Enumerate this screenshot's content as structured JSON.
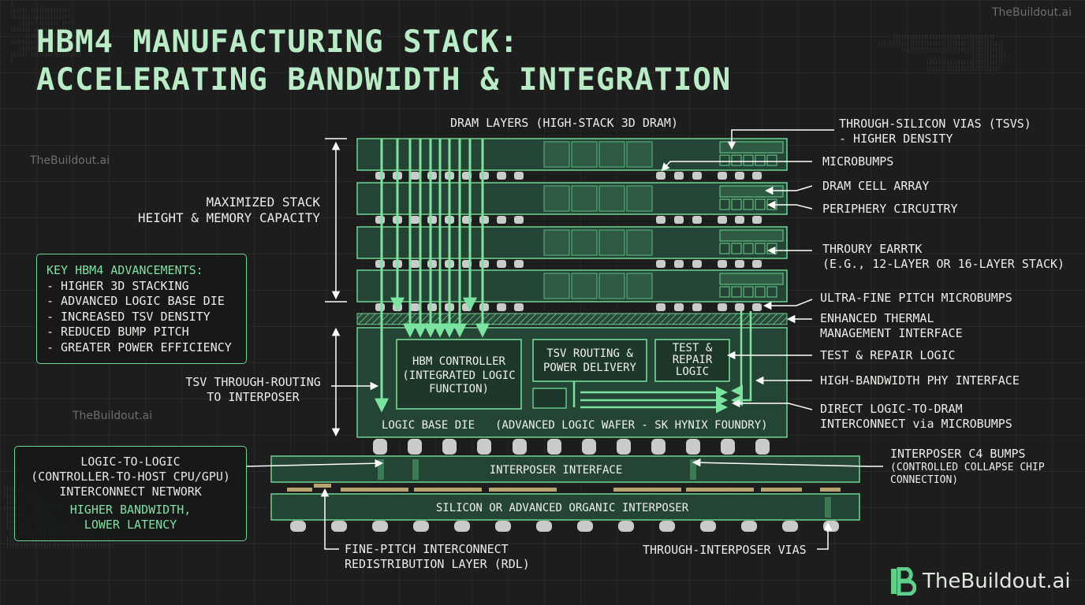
{
  "title": {
    "line1": "HBM4 MANUFACTURING STACK:",
    "line2": "ACCELERATING BANDWIDTH & INTEGRATION"
  },
  "watermarks": {
    "top_right": "TheBuildout.ai",
    "left_upper": "TheBuildout.ai",
    "left_lower": "TheBuildout.ai"
  },
  "brand": {
    "name": "TheBuildout.ai",
    "logo_icon": "b-logo-icon",
    "logo_color": "#5fd08c"
  },
  "colors": {
    "accent": "#6ed494",
    "accent_text": "#7fe0a2",
    "die_fill": "#244535",
    "background": "#1c1d1c"
  },
  "labels": {
    "dram_layers": "DRAM LAYERS (HIGH-STACK 3D DRAM)",
    "stack_height": [
      "MAXIMIZED STACK",
      "HEIGHT & MEMORY CAPACITY"
    ],
    "tsv_routing": [
      "TSV THROUGH-ROUTING",
      "TO INTERPOSER"
    ],
    "right": {
      "tsvs": [
        "THROUGH-SILICON VIAS (TSVS)",
        "- HIGHER DENSITY"
      ],
      "microbumps": "MICROBUMPS",
      "dram_cell": "DRAM CELL ARRAY",
      "periphery": "PERIPHERY CIRCUITRY",
      "throury": [
        "THROURY EARRTK",
        "(E.G., 12-LAYER OR 16-LAYER STACK)"
      ],
      "ultra_fine": "ULTRA-FINE PITCH MICROBUMPS",
      "thermal": [
        "ENHANCED THERMAL",
        "MANAGEMENT INTERFACE"
      ],
      "test_repair": "TEST & REPAIR LOGIC",
      "phy": "HIGH-BANDWIDTH PHY INTERFACE",
      "direct": [
        "DIRECT LOGIC-TO-DRAM",
        "INTERCONNECT via MICROBUMPS"
      ],
      "c4": "INTERPOSER C4 BUMPS",
      "c4_sub": [
        "(CONTROLLED COLLAPSE CHIP",
        "CONNECTION)"
      ]
    },
    "bottom": {
      "rdl": [
        "FINE-PITCH INTERCONNECT",
        "REDISTRIBUTION LAYER (RDL)"
      ],
      "tiv": "THROUGH-INTERPOSER VIAS"
    }
  },
  "key_box": {
    "title": "KEY HBM4 ADVANCEMENTS:",
    "items": [
      "- HIGHER 3D STACKING",
      "- ADVANCED LOGIC BASE DIE",
      "- INCREASED TSV DENSITY",
      "- REDUCED BUMP PITCH",
      "- GREATER POWER EFFICIENCY"
    ]
  },
  "host_box": {
    "lines": [
      "LOGIC-TO-LOGIC",
      "(CONTROLLER-TO-HOST CPU/GPU)",
      "INTERCONNECT NETWORK"
    ],
    "highlight": [
      "HIGHER BANDWIDTH,",
      "LOWER LATENCY"
    ]
  },
  "diagram": {
    "hbm_controller": [
      "HBM CONTROLLER",
      "(INTEGRATED LOGIC",
      "FUNCTION)"
    ],
    "tsv_power": [
      "TSV ROUTING &",
      "POWER DELIVERY"
    ],
    "test_logic": [
      "TEST &",
      "REPAIR",
      "LOGIC"
    ],
    "base_die_main": "LOGIC BASE DIE",
    "base_die_sub": "(ADVANCED LOGIC WAFER - SK HYNIX FOUNDRY)",
    "interposer_interface": "INTERPOSER INTERFACE",
    "silicon_interposer": "SILICON OR ADVANCED ORGANIC INTERPOSER"
  }
}
